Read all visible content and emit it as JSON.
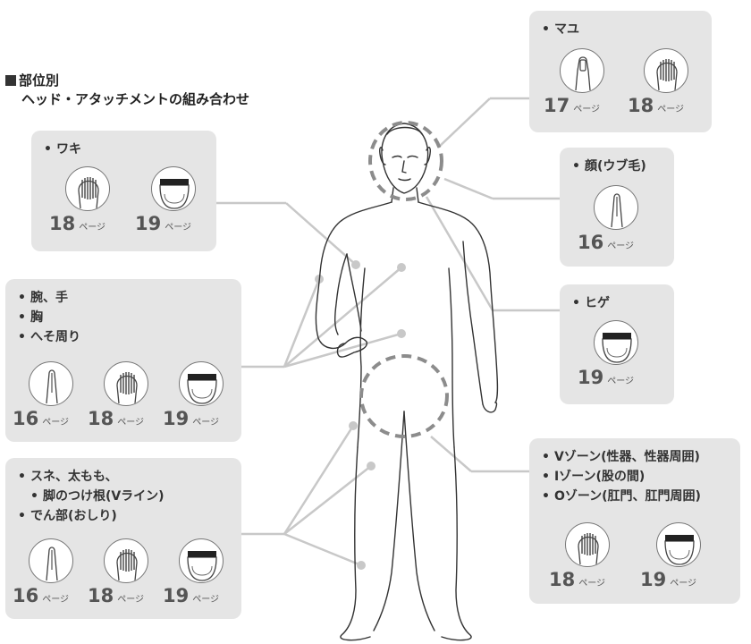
{
  "title": {
    "line1": "部位別",
    "line2": "ヘッド・アタッチメントの組み合わせ"
  },
  "page_unit": "ページ",
  "panels": {
    "mayu": {
      "items": [
        "マユ"
      ],
      "attachments": [
        {
          "icon": "single-blade-head-icon",
          "page": "17"
        },
        {
          "icon": "comb-attachment-icon",
          "page": "18"
        }
      ]
    },
    "waki": {
      "items": [
        "ワキ"
      ],
      "attachments": [
        {
          "icon": "comb-attachment-icon",
          "page": "18"
        },
        {
          "icon": "wide-head-icon",
          "page": "19"
        }
      ]
    },
    "kao": {
      "items": [
        "顔(ウブ毛)"
      ],
      "attachments": [
        {
          "icon": "narrow-blade-icon",
          "page": "16"
        }
      ]
    },
    "hige": {
      "items": [
        "ヒゲ"
      ],
      "attachments": [
        {
          "icon": "wide-head-icon",
          "page": "19"
        }
      ]
    },
    "ude": {
      "items": [
        "腕、手",
        "胸",
        "へそ周り"
      ],
      "attachments": [
        {
          "icon": "narrow-blade-icon",
          "page": "16"
        },
        {
          "icon": "comb-attachment-icon",
          "page": "18"
        },
        {
          "icon": "wide-head-icon",
          "page": "19"
        }
      ]
    },
    "sune": {
      "items": [
        "スネ、太もも、",
        "脚のつけ根(Vライン)",
        "でん部(おしり)"
      ],
      "attachments": [
        {
          "icon": "narrow-blade-icon",
          "page": "16"
        },
        {
          "icon": "comb-attachment-icon",
          "page": "18"
        },
        {
          "icon": "wide-head-icon",
          "page": "19"
        }
      ]
    },
    "vio": {
      "items": [
        "Vゾーン(性器、性器周囲)",
        "Iゾーン(股の間)",
        "Oゾーン(肛門、肛門周囲)"
      ],
      "attachments": [
        {
          "icon": "comb-attachment-icon",
          "page": "18"
        },
        {
          "icon": "wide-head-icon",
          "page": "19"
        }
      ]
    }
  },
  "colors": {
    "panel": "#e5e5e5",
    "connector": "#c8c8c8",
    "dashed_circle": "#8c8c8c",
    "figure_line": "#333333"
  }
}
